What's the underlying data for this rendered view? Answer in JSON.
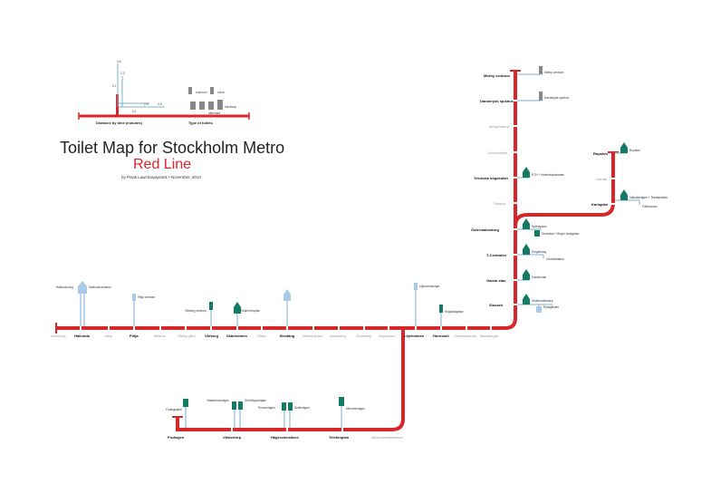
{
  "title": "Toilet Map for Stockholm Metro",
  "subtitle": "Red Line",
  "byline": "by Pisak Lawchaiyaprank • November, 2013",
  "colors": {
    "line": "#d8262b",
    "toilet_restroom": "#137a63",
    "toilet_blue": "#a9c9e6",
    "toilet_urinal": "#888888",
    "minor": "#9a9a9a"
  },
  "legend": {
    "distance_label": "Distance by time (minutes)",
    "type_label": "Type of toilets",
    "ticks": [
      "4-5",
      "2-3",
      "0-1",
      "0-1",
      "2-3",
      "4-5"
    ],
    "types": [
      "restroom",
      "urinal",
      "handicap",
      "attendant"
    ]
  },
  "stations": {
    "norsborg": "Norsborg",
    "hallunda": "Hallunda",
    "alby": "Alby",
    "fittja": "Fittja",
    "masmo": "Masmo",
    "vårby_gård": "Vårby gård",
    "vårberg": "Vårberg",
    "skärholmen": "Skärholmen",
    "sätra": "Sätra",
    "bredäng": "Bredäng",
    "mälarhöjden": "Mälarhöjden",
    "axelsberg": "Axelsberg",
    "örnsberg": "Örnsberg",
    "aspudden": "Aspudden",
    "liljeholmen": "Liljeholmen",
    "hornstull": "Hornstull",
    "zinkensdamm": "Zinkensdamm",
    "mariatorget": "Mariatorget",
    "slussen": "Slussen",
    "gamla_stan": "Gamla stan",
    "t_centralen": "T-Centralen",
    "östermalmstorg": "Östermalmstorg",
    "stadion": "Stadion",
    "tekniska_högskolan": "Tekniska högskolan",
    "universitetet": "Universitetet",
    "bergshamra": "Bergshamra",
    "danderyds_sjukhus": "Danderyds sjukhus",
    "mörby_centrum": "Mörby centrum",
    "karlaplan": "Karlaplan",
    "gärdet": "Gärdet",
    "ropsten": "Ropsten",
    "midsommarkransen": "Midsommarkransen",
    "telefonplan": "Telefonplan",
    "hägerstensåsen": "Hägerstensåsen",
    "västertorp": "Västertorp",
    "fruängen": "Fruängen"
  },
  "exits": {
    "hallunda_1": "Hallunda torg",
    "hallunda_2": "Hallunda centrum",
    "fittja": "Fittja centrum",
    "vårberg": "Vårberg centrum",
    "skärholmen": "Skärholmsplan",
    "liljeholmen": "Liljeholmstorget",
    "hornstull": "Högalidsgatan",
    "slussen_1": "Södermalmstorg",
    "slussen_2": "Ryssgården",
    "gamla_stan": "Gamla stan",
    "t_centralen_1": "Sergelstorg",
    "t_centralen_2": "Centralstation",
    "östermalmstorg_1": "Nybrogatan",
    "östermalmstorg_2": "Stureplan + Birger Jarlsgatan",
    "tekniska_1": "KTH + Vetenskapsstaden",
    "danderyd": "Danderyds sjukhus",
    "mörby": "Mörby centrum",
    "ropsten": "Ropsten",
    "karlaplan_1": "Valhallavägen + Tessinparken",
    "karlaplan_2": "Fältöverden",
    "telefonplan": "Mikrofonvägen",
    "hägerstensåsen_1": "Sedelvägen",
    "hägerstensåsen_2": "Personvägen",
    "västertorp_1": "Västertorpsvägen",
    "västertorp_2": "Störthöppsvägen",
    "fruängen": "Fruängsplan"
  }
}
